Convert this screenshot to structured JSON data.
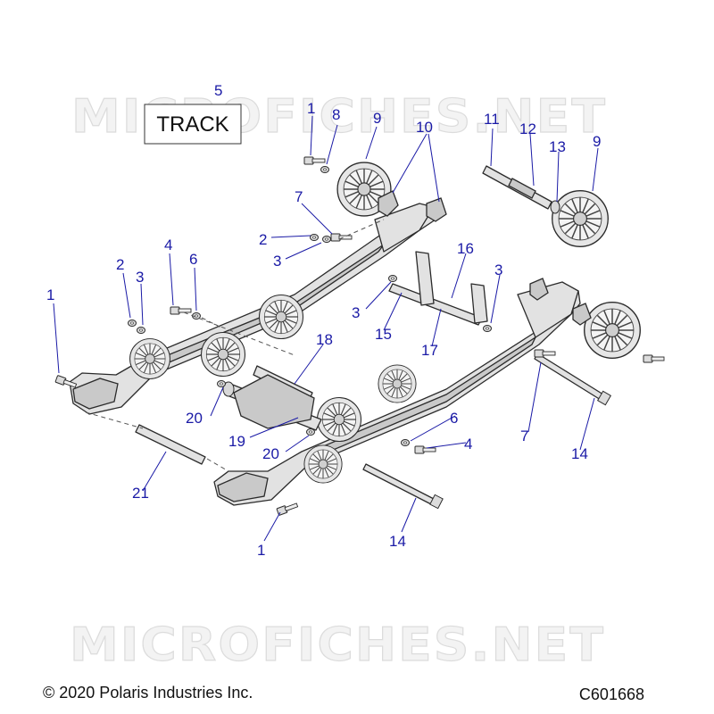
{
  "watermark": "MICROFICHES.NET",
  "track_box_label": "TRACK",
  "callouts": {
    "c1": "1",
    "c2": "2",
    "c3": "3",
    "c4": "4",
    "c5": "5",
    "c6": "6",
    "c7": "7",
    "c8": "8",
    "c9": "9",
    "c10": "10",
    "c11": "11",
    "c12": "12",
    "c13": "13",
    "c14": "14",
    "c15": "15",
    "c16": "16",
    "c17": "17",
    "c18": "18",
    "c19": "19",
    "c20": "20",
    "c21": "21"
  },
  "footer": {
    "copyright": "© 2020 Polaris Industries Inc.",
    "diagram_code": "C601668"
  },
  "colors": {
    "callout": "#1a1aa6",
    "line_art": "#2b2b2b",
    "watermark": "#dcdcdc"
  }
}
